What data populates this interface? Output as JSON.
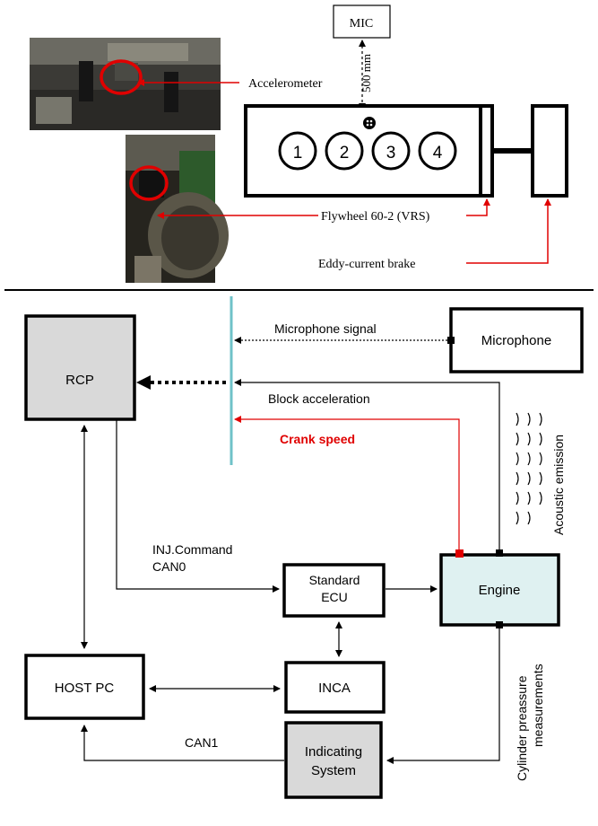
{
  "top": {
    "mic_label": "MIC",
    "distance_label": "500 mm",
    "accelerometer_label": "Accelerometer",
    "flywheel_label": "Flywheel 60-2 (VRS)",
    "brake_label": "Eddy-current brake",
    "cylinders": [
      "1",
      "2",
      "3",
      "4"
    ]
  },
  "bottom": {
    "rcp": "RCP",
    "microphone": "Microphone",
    "microphone_signal": "Microphone signal",
    "block_acceleration": "Block acceleration",
    "crank_speed": "Crank speed",
    "acoustic_emission": "Acoustic emission",
    "inj_command": "INJ.Command",
    "can0": "CAN0",
    "ecu_line1": "Standard",
    "ecu_line2": "ECU",
    "engine": "Engine",
    "host_pc": "HOST PC",
    "inca": "INCA",
    "cyl_pressure_line1": "Cylinder preassure",
    "cyl_pressure_line2": "measurements",
    "can1": "CAN1",
    "indicating_line1": "Indicating",
    "indicating_line2": "System"
  },
  "colors": {
    "red": "#e00000",
    "box_gray": "#d9d9d9",
    "engine_fill": "#dff1f1",
    "bus_bar": "#6fc2c8"
  }
}
